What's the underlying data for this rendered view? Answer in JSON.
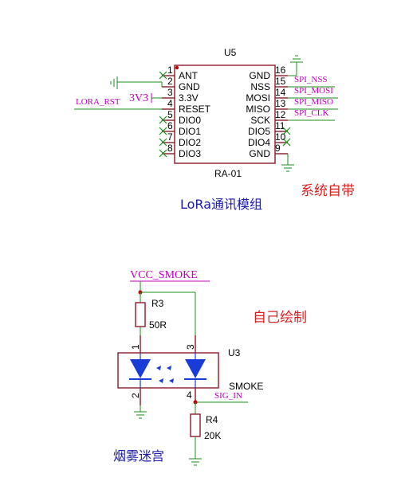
{
  "u5": {
    "designator": "U5",
    "part": "RA-01",
    "caption": "LoRa通讯模组",
    "left_pins": [
      {
        "num": "1",
        "name": "ANT"
      },
      {
        "num": "2",
        "name": "GND"
      },
      {
        "num": "3",
        "name": "3.3V"
      },
      {
        "num": "4",
        "name": "RESET"
      },
      {
        "num": "5",
        "name": "DIO0"
      },
      {
        "num": "6",
        "name": "DIO1"
      },
      {
        "num": "7",
        "name": "DIO2"
      },
      {
        "num": "8",
        "name": "DIO3"
      }
    ],
    "right_pins": [
      {
        "num": "16",
        "name": "GND"
      },
      {
        "num": "15",
        "name": "NSS"
      },
      {
        "num": "14",
        "name": "MOSI"
      },
      {
        "num": "13",
        "name": "MISO"
      },
      {
        "num": "12",
        "name": "SCK"
      },
      {
        "num": "11",
        "name": "DIO5"
      },
      {
        "num": "10",
        "name": "DIO4"
      },
      {
        "num": "9",
        "name": "GND"
      }
    ],
    "nets_left": {
      "lora_rst": "LORA_RST",
      "v33": "3V3"
    },
    "nets_right": [
      "SPI_NSS",
      "SPI_MOSI",
      "SPI_MISO",
      "SPI_CLK"
    ]
  },
  "notes": {
    "system_builtin": "系统自带",
    "self_drawn": "自己绘制",
    "smoke_maze": "烟雾迷宫"
  },
  "u3": {
    "designator": "U3",
    "part": "SMOKE",
    "pins": {
      "p1": "1",
      "p2": "2",
      "p3": "3",
      "p4": "4"
    },
    "supply": "VCC_SMOKE",
    "signal": "SIG_IN"
  },
  "r3": {
    "designator": "R3",
    "value": "50R"
  },
  "r4": {
    "designator": "R4",
    "value": "20K"
  },
  "colors": {
    "wire": "#1a8c1a",
    "body": "#8a1a2a",
    "net_label": "#c000c0",
    "note_red": "#e02020",
    "note_blue": "#1a1aa8",
    "diode": "#1a3cd6"
  }
}
